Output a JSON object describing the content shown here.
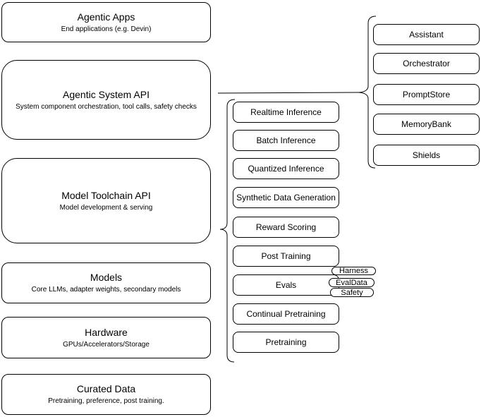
{
  "diagram": {
    "stack": [
      {
        "title": "Agentic Apps",
        "subtitle": "End applications (e.g. Devin)"
      },
      {
        "title": "Agentic System API",
        "subtitle": "System component orchestration, tool calls, safety checks"
      },
      {
        "title": "Model Toolchain API",
        "subtitle": "Model development & serving"
      },
      {
        "title": "Models",
        "subtitle": "Core LLMs, adapter weights, secondary models"
      },
      {
        "title": "Hardware",
        "subtitle": "GPUs/Accelerators/Storage"
      },
      {
        "title": "Curated Data",
        "subtitle": "Pretraining, preference, post training."
      }
    ],
    "toolchain_items": [
      "Realtime Inference",
      "Batch Inference",
      "Quantized Inference",
      "Synthetic Data Generation",
      "Reward Scoring",
      "Post Training",
      "Evals",
      "Continual Pretraining",
      "Pretraining"
    ],
    "eval_badges": [
      "Harness",
      "EvalData",
      "Safety"
    ],
    "system_components": [
      "Assistant",
      "Orchestrator",
      "PromptStore",
      "MemoryBank",
      "Shields"
    ],
    "colors": {
      "stroke": "#000000",
      "background": "#ffffff"
    }
  }
}
